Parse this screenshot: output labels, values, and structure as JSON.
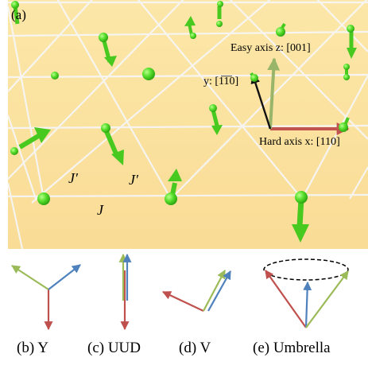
{
  "colors": {
    "panel_bg": "#fbe3a2",
    "lattice_line": "#f4f4f4",
    "spin": "#52d92a",
    "spin_dark": "#2ca70e",
    "axis_hard": "#c2544f",
    "axis_easy": "#98b56a",
    "axis_y": "#111111",
    "state_red": "#c0504d",
    "state_green": "#9bbb59",
    "state_blue": "#4f81bd"
  },
  "panel_a": {
    "label": "(a)",
    "easy_axis_label": "Easy axis z: [001]",
    "y_axis_label": "y: [1̅1̅0]",
    "hard_axis_label": "Hard axis x: [110]",
    "exchange_labels": [
      "J′",
      "J′",
      "J"
    ]
  },
  "states": [
    {
      "key": "b",
      "label": "(b) Y"
    },
    {
      "key": "c",
      "label": "(c) UUD"
    },
    {
      "key": "d",
      "label": "(d) V"
    },
    {
      "key": "e",
      "label": "(e) Umbrella"
    }
  ]
}
